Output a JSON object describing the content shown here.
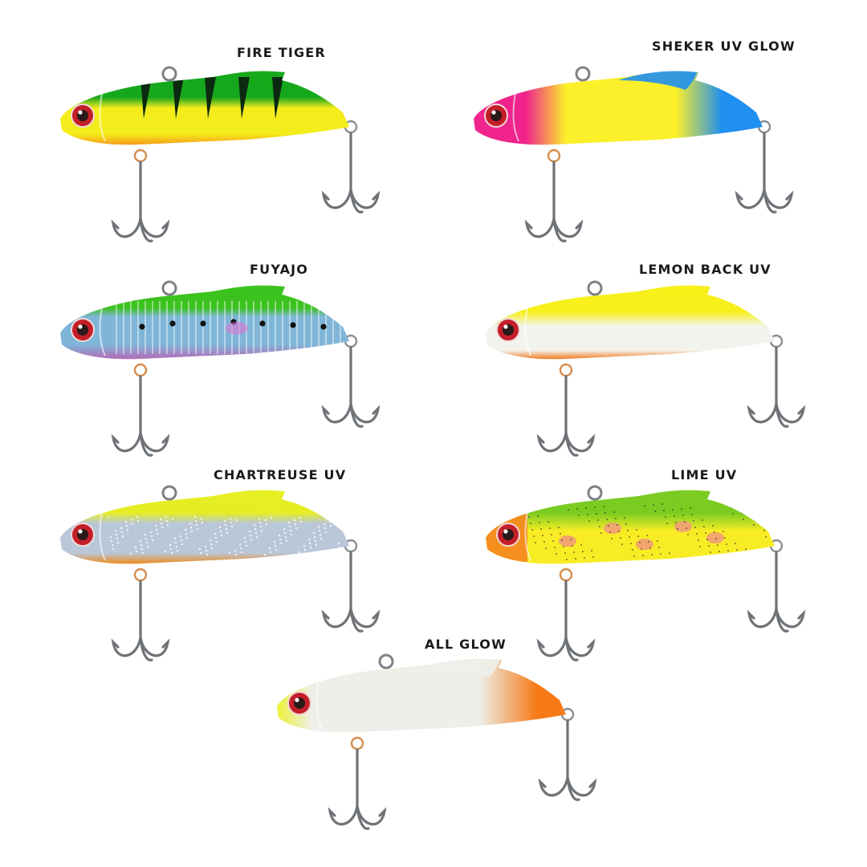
{
  "lures": [
    {
      "id": "fire-tiger",
      "name": "FIRE TIGER",
      "pattern": "tiger",
      "colors": {
        "back": "#16a81c",
        "belly": "#f5ec1c",
        "throat": "#f59d1a",
        "stripe": "#0b2a10"
      }
    },
    {
      "id": "sheker-uv-glow",
      "name": "SHEKER UV GLOW",
      "pattern": "rainbow",
      "colors": {
        "head": "#f0248c",
        "mid": "#fbf02a",
        "tail": "#1f8ff0",
        "belly": "#e6f6e4"
      }
    },
    {
      "id": "fuyajo",
      "name": "FUYAJO",
      "pattern": "holo-dots",
      "colors": {
        "back": "#3cc21e",
        "side": "#7fb6d8",
        "belly": "#b36ab8",
        "dot": "#111111"
      }
    },
    {
      "id": "lemon-back-uv",
      "name": "LEMON BACK UV",
      "pattern": "plain",
      "colors": {
        "back": "#f7f01a",
        "belly": "#f3f3ee",
        "throat": "#f27a1e"
      }
    },
    {
      "id": "chartreuse-uv",
      "name": "CHARTREUSE UV",
      "pattern": "holo",
      "colors": {
        "back": "#e5ee22",
        "side": "#b9c7d8",
        "throat": "#ef8a1e"
      }
    },
    {
      "id": "lime-uv",
      "name": "LIME UV",
      "pattern": "speckle",
      "colors": {
        "back": "#7acb22",
        "belly": "#f8ec24",
        "head": "#f48a1e",
        "spot": "#f19a7a"
      }
    },
    {
      "id": "all-glow",
      "name": "ALL GLOW",
      "pattern": "glow",
      "colors": {
        "back": "#ecf234",
        "belly": "#eeefe9",
        "tail": "#f57a16"
      }
    }
  ],
  "icons": {
    "hook": "treble-hook-icon",
    "eye": "lure-eye-icon"
  }
}
